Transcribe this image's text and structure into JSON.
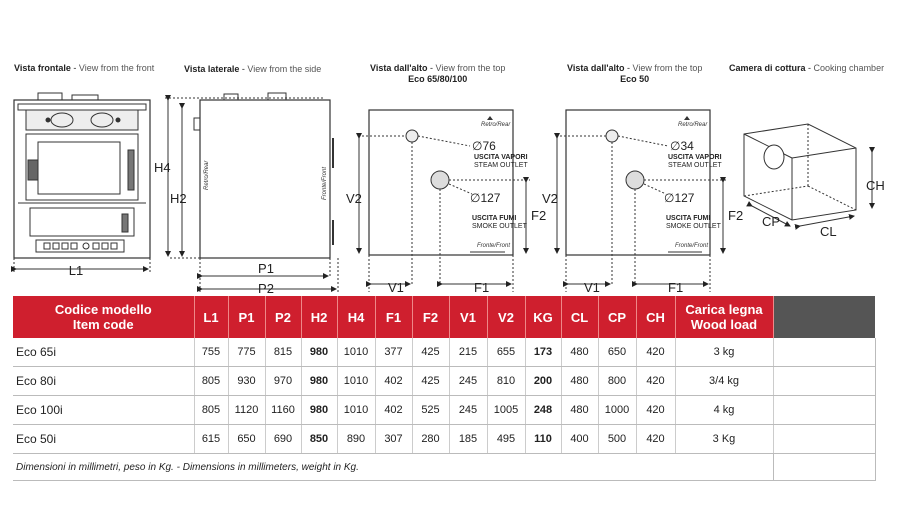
{
  "captions": {
    "front": {
      "it": "Vista frontale",
      "sep": " - ",
      "en": "View from the front"
    },
    "side": {
      "it": "Vista laterale",
      "sep": " - ",
      "en": "View from the side"
    },
    "top_big": {
      "it": "Vista dall'alto",
      "sep": " - ",
      "en": "View from the top",
      "sub": "Eco 65/80/100"
    },
    "top_small": {
      "it": "Vista dall'alto",
      "sep": " - ",
      "en": "View from the top",
      "sub": "Eco 50"
    },
    "chamber": {
      "it": "Camera di cottura",
      "sep": " - ",
      "en": "Cooking chamber"
    }
  },
  "dims": {
    "L1": "L1",
    "H4": "H4",
    "H2": "H2",
    "P1": "P1",
    "P2": "P2",
    "V1": "V1",
    "V2": "V2",
    "F1": "F1",
    "F2": "F2",
    "CH": "CH",
    "CP": "CP",
    "CL": "CL"
  },
  "side_labels": {
    "retro": "Retro/Rear",
    "fronte": "Fronte/Front"
  },
  "top_big": {
    "retro": "Retro/Rear",
    "fronte": "Fronte/Front",
    "steam_dia": "76",
    "steam_it": "USCITA VAPORI",
    "steam_en": "STEAM OUTLET",
    "smoke_dia": "127",
    "smoke_it": "USCITA FUMI",
    "smoke_en": "SMOKE OUTLET"
  },
  "top_small": {
    "retro": "Retro/Rear",
    "fronte": "Fronte/Front",
    "steam_dia": "34",
    "steam_it": "USCITA VAPORI",
    "steam_en": "STEAM OUTLET",
    "smoke_dia": "127",
    "smoke_it": "USCITA FUMI",
    "smoke_en": "SMOKE OUTLET"
  },
  "table": {
    "header_code": [
      "Codice modello",
      "Item  code"
    ],
    "columns": [
      "L1",
      "P1",
      "P2",
      "H2",
      "H4",
      "F1",
      "F2",
      "V1",
      "V2",
      "KG",
      "CL",
      "CP",
      "CH"
    ],
    "header_wood": [
      "Carica legna",
      "Wood load"
    ],
    "rows": [
      {
        "model": "Eco 65i",
        "values": [
          "755",
          "775",
          "815",
          "980",
          "1010",
          "377",
          "425",
          "215",
          "655",
          "173",
          "480",
          "650",
          "420"
        ],
        "wood": "3 kg"
      },
      {
        "model": "Eco 80i",
        "values": [
          "805",
          "930",
          "970",
          "980",
          "1010",
          "402",
          "425",
          "245",
          "810",
          "200",
          "480",
          "800",
          "420"
        ],
        "wood": "3/4 kg"
      },
      {
        "model": "Eco 100i",
        "values": [
          "805",
          "1120",
          "1160",
          "980",
          "1010",
          "402",
          "525",
          "245",
          "1005",
          "248",
          "480",
          "1000",
          "420"
        ],
        "wood": "4 kg"
      },
      {
        "model": "Eco 50i",
        "values": [
          "615",
          "650",
          "690",
          "850",
          "890",
          "307",
          "280",
          "185",
          "495",
          "110",
          "400",
          "500",
          "420"
        ],
        "wood": "3 Kg"
      }
    ],
    "footnote": "Dimensioni in millimetri, peso in Kg.  - Dimensions in millimeters, weight in Kg."
  },
  "colors": {
    "header_red": "#cf1f2e",
    "header_grey": "#555555"
  }
}
